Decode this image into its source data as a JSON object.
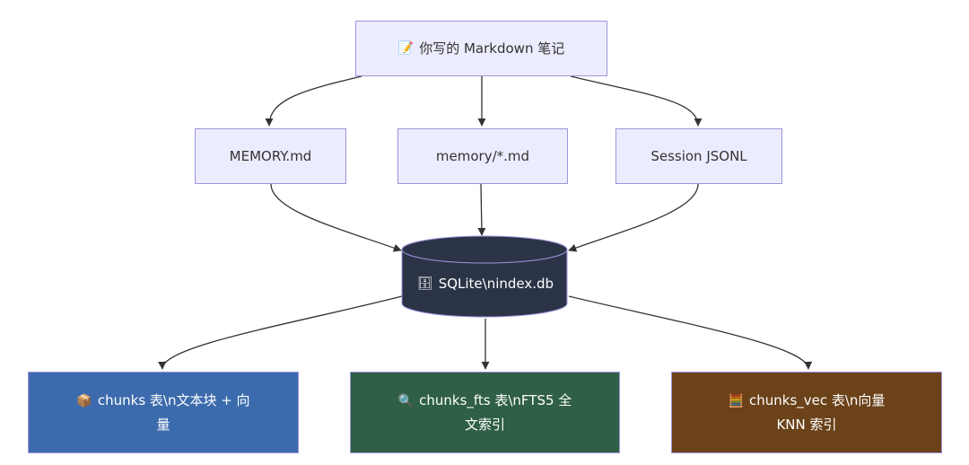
{
  "diagram": {
    "type": "flowchart",
    "direction": "top-down",
    "nodes": [
      {
        "id": "notes",
        "icon": "memo-icon",
        "glyph": "📝",
        "label": "你写的 Markdown 笔记",
        "shape": "rect",
        "fill": "#ececff"
      },
      {
        "id": "memory_md",
        "label": "MEMORY.md",
        "shape": "rect",
        "fill": "#ececff"
      },
      {
        "id": "memory_dir",
        "label": "memory/*.md",
        "shape": "rect",
        "fill": "#ececff"
      },
      {
        "id": "session",
        "label": "Session JSONL",
        "shape": "rect",
        "fill": "#ececff"
      },
      {
        "id": "sqlite",
        "icon": "file-cabinet-icon",
        "glyph": "🗄",
        "label": "SQLite\\nindex.db",
        "shape": "cylinder",
        "fill": "#2b3447"
      },
      {
        "id": "chunks",
        "icon": "package-icon",
        "glyph": "📦",
        "label_line1": "chunks 表\\n文本块 + 向",
        "label_line2": "量",
        "shape": "rect",
        "fill": "#3c6bad"
      },
      {
        "id": "chunks_fts",
        "icon": "magnifier-icon",
        "glyph": "🔍",
        "label_line1": "chunks_fts 表\\nFTS5 全",
        "label_line2": "文索引",
        "shape": "rect",
        "fill": "#2f5f45"
      },
      {
        "id": "chunks_vec",
        "icon": "abacus-icon",
        "glyph": "🧮",
        "label_line1": "chunks_vec 表\\n向量",
        "label_line2": "KNN 索引",
        "shape": "rect",
        "fill": "#6b4219"
      }
    ],
    "edges": [
      {
        "from": "notes",
        "to": "memory_md"
      },
      {
        "from": "notes",
        "to": "memory_dir"
      },
      {
        "from": "notes",
        "to": "session"
      },
      {
        "from": "memory_md",
        "to": "sqlite"
      },
      {
        "from": "memory_dir",
        "to": "sqlite"
      },
      {
        "from": "session",
        "to": "sqlite"
      },
      {
        "from": "sqlite",
        "to": "chunks"
      },
      {
        "from": "sqlite",
        "to": "chunks_fts"
      },
      {
        "from": "sqlite",
        "to": "chunks_vec"
      }
    ],
    "colors": {
      "edge": "#333333",
      "node_border": "#9f93db",
      "light_fill": "#ececff",
      "db_fill": "#2b3447"
    }
  }
}
